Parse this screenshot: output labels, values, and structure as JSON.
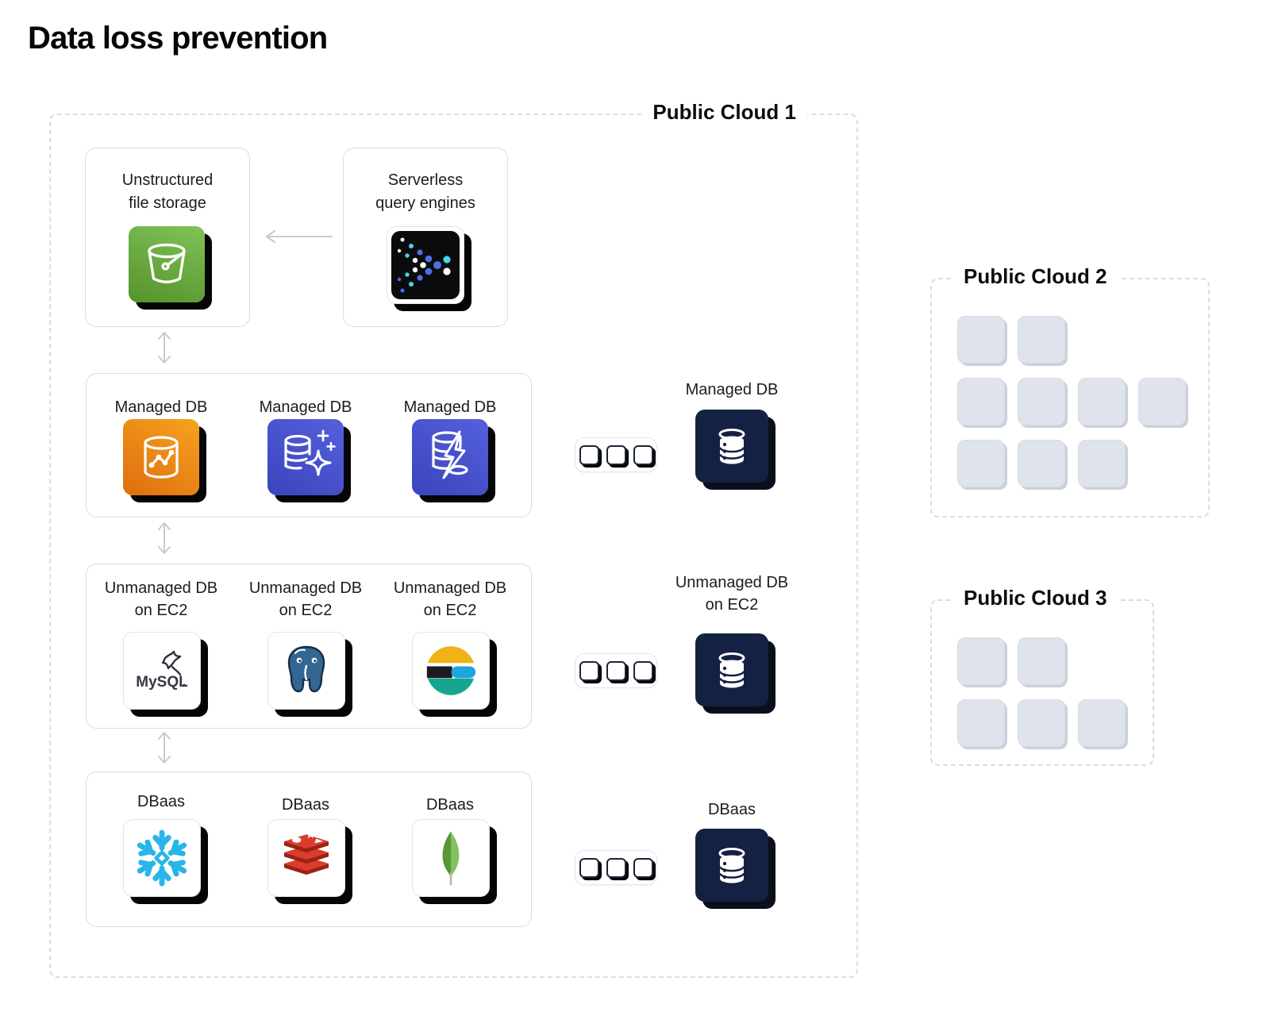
{
  "title": "Data loss prevention",
  "colors": {
    "navy": "#152142",
    "aws_orange": "#e06d0e",
    "aws_blue": "#4450cf",
    "s3_green": "#6cae3e",
    "snowflake_blue": "#29b5e8",
    "redis_red": "#c6302b",
    "mongodb_green": "#6cac48",
    "elastic_yellow": "#f1b215",
    "elastic_blue": "#1ea5df",
    "elastic_teal": "#17a58f",
    "postgres_blue": "#336691",
    "dashed_border": "#d9dce1",
    "placeholder_fill": "#dfe3eb"
  },
  "cloud1": {
    "label": "Public Cloud 1",
    "cards": {
      "storage": {
        "line1": "Unstructured",
        "line2": "file storage",
        "icon": "s3-bucket"
      },
      "serverless": {
        "line1": "Serverless",
        "line2": "query engines",
        "icon": "query-dots"
      }
    },
    "rows": {
      "managed": {
        "items": [
          {
            "label": "Managed DB",
            "icon": "timestream-db"
          },
          {
            "label": "Managed DB",
            "icon": "sparkle-db"
          },
          {
            "label": "Managed DB",
            "icon": "lightning-db"
          }
        ],
        "summary": {
          "line1": "Managed DB",
          "icon": "database-stack"
        }
      },
      "unmanaged": {
        "items": [
          {
            "line1": "Unmanaged DB",
            "line2": "on EC2",
            "icon": "mysql"
          },
          {
            "line1": "Unmanaged DB",
            "line2": "on EC2",
            "icon": "postgresql"
          },
          {
            "line1": "Unmanaged DB",
            "line2": "on EC2",
            "icon": "elasticsearch"
          }
        ],
        "summary": {
          "line1": "Unmanaged DB",
          "line2": "on EC2",
          "icon": "database-stack"
        }
      },
      "dbaas": {
        "items": [
          {
            "label": "DBaas",
            "icon": "snowflake"
          },
          {
            "label": "DBaas",
            "icon": "redis"
          },
          {
            "label": "DBaas",
            "icon": "mongodb"
          }
        ],
        "summary": {
          "line1": "DBaas",
          "icon": "database-stack"
        }
      }
    }
  },
  "cloud2": {
    "label": "Public Cloud 2",
    "grid_rows": [
      2,
      4,
      3
    ]
  },
  "cloud3": {
    "label": "Public Cloud 3",
    "grid_rows": [
      2,
      3
    ]
  }
}
